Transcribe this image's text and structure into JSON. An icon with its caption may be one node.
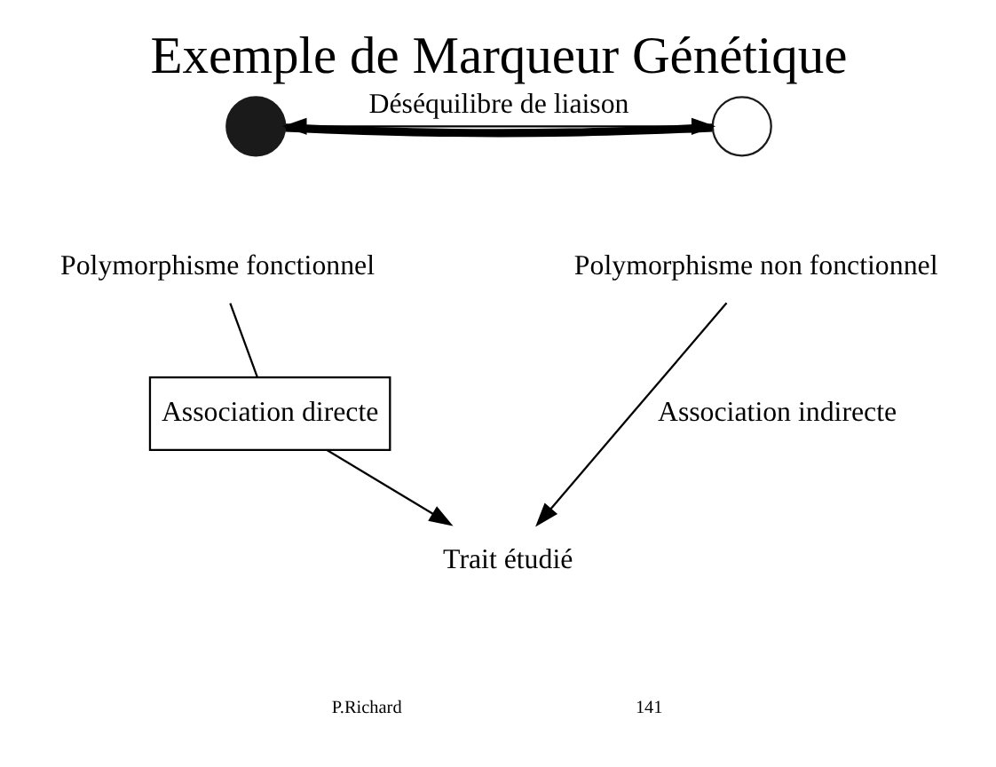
{
  "diagram": {
    "title": "Exemple de Marqueur Génétique",
    "nodes": [
      {
        "text": [],
        "shape": "circle"
      },
      {
        "text": [],
        "shape": "circle"
      },
      {
        "text": [
          "Polymorphisme fonctionnel"
        ]
      },
      {
        "text": [
          "Polymorphisme non fonctionnel"
        ]
      },
      {
        "text": [
          "Association directe"
        ]
      },
      {
        "text": [
          "Trait étudié"
        ]
      }
    ],
    "edges": [
      {
        "from": 0,
        "to": 1,
        "arrow": "none",
        "style": "thick"
      },
      {
        "from": 0,
        "to": 1,
        "arrow": "both",
        "label": "Déséquilibre de liaison"
      },
      {
        "from": 2,
        "to": 4,
        "arrow": "none"
      },
      {
        "from": 4,
        "to": 5,
        "arrow": "to"
      },
      {
        "from": 3,
        "to": 5,
        "arrow": "to",
        "label": "Association indirecte"
      }
    ],
    "labels": [
      "P.Richard",
      "141"
    ]
  }
}
